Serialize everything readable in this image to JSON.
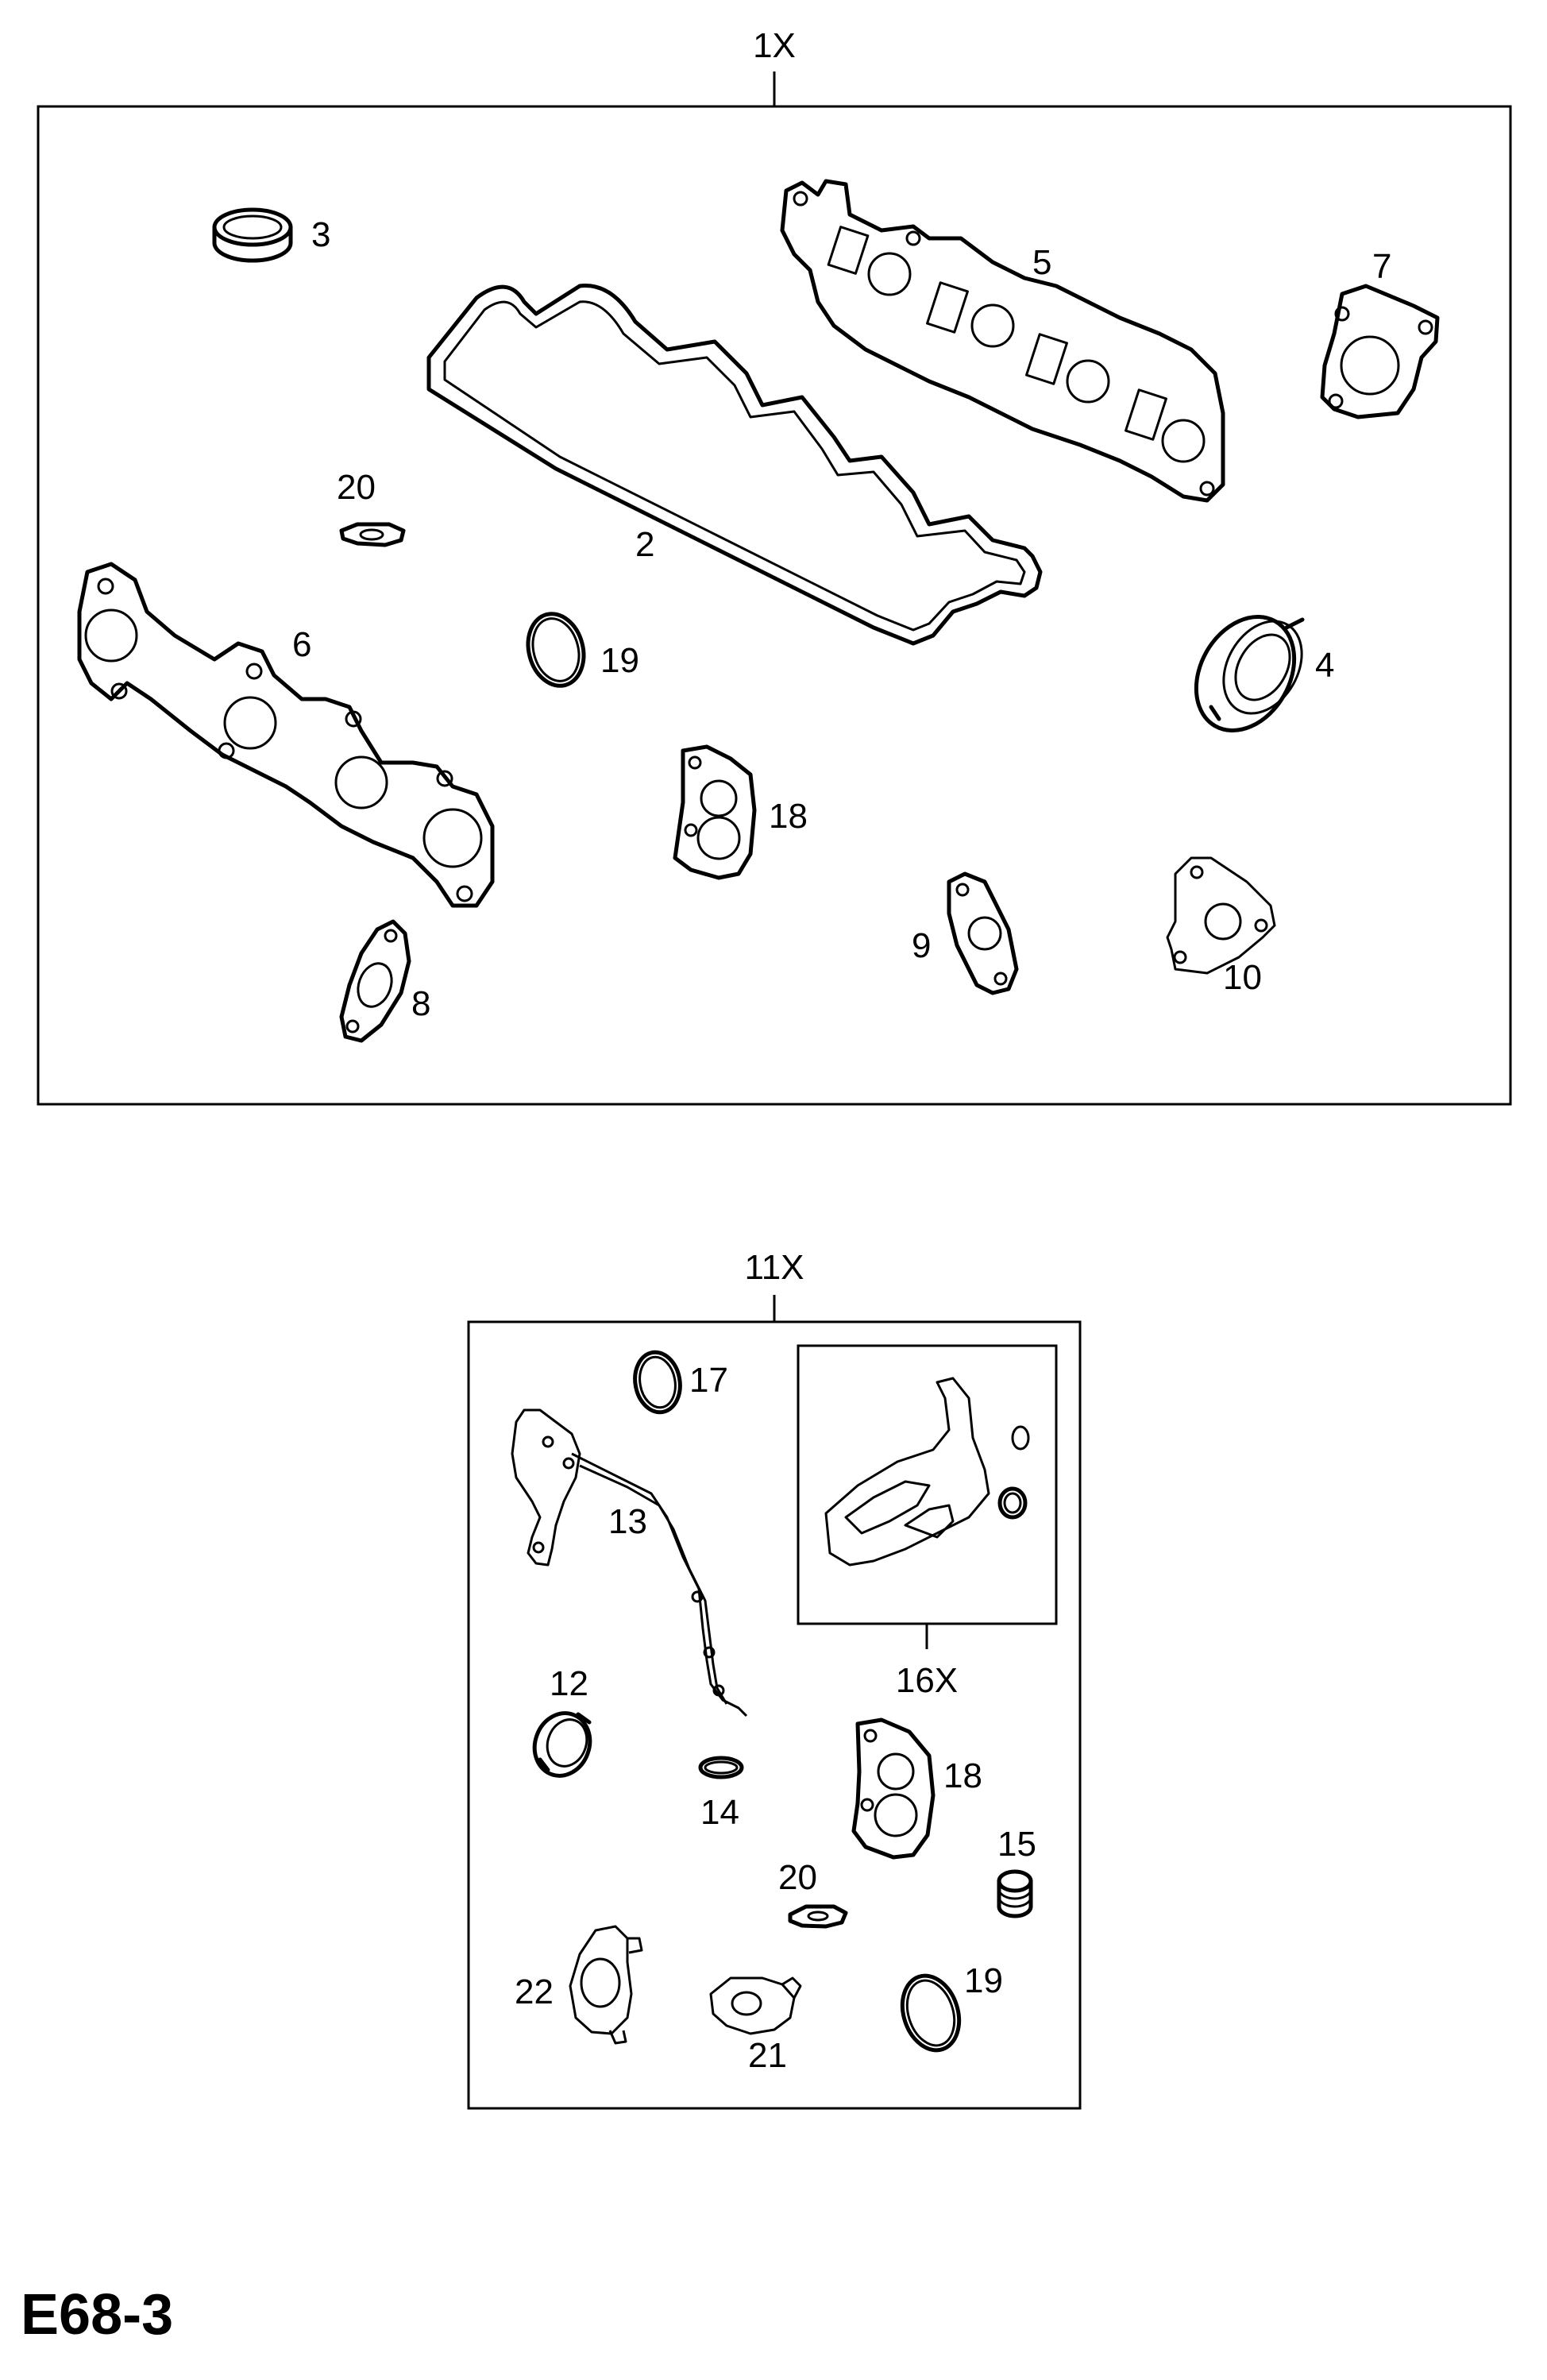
{
  "page_code": "E68-3",
  "kits": {
    "kit_1": "1X",
    "kit_11": "11X",
    "kit_16": "16X"
  },
  "callouts": {
    "p2": "2",
    "p3": "3",
    "p4": "4",
    "p5": "5",
    "p6": "6",
    "p7": "7",
    "p8": "8",
    "p9": "9",
    "p10": "10",
    "p18a": "18",
    "p19a": "19",
    "p20a": "20",
    "p12": "12",
    "p13": "13",
    "p14": "14",
    "p15": "15",
    "p17": "17",
    "p18b": "18",
    "p19b": "19",
    "p20b": "20",
    "p21": "21",
    "p22": "22"
  }
}
